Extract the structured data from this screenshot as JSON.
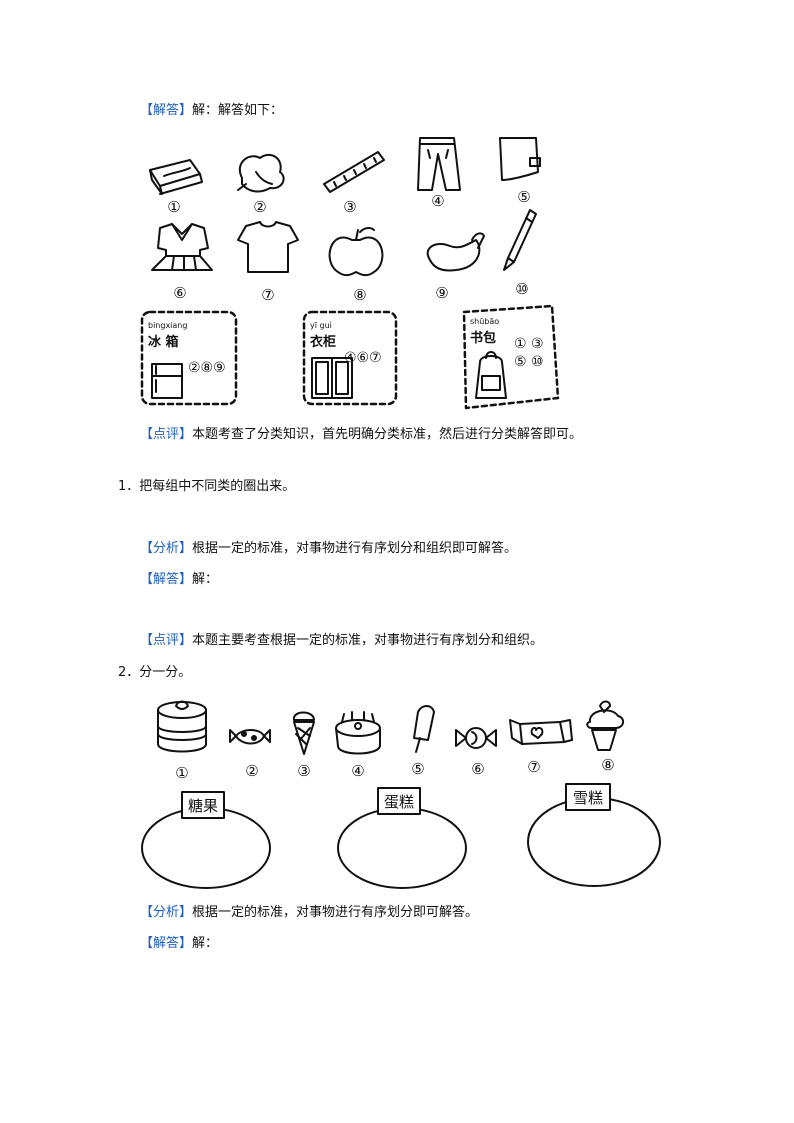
{
  "section1": {
    "answer_tag": "【解答】",
    "answer_text": "解：解答如下：",
    "figure": {
      "items": [
        {
          "num": "①",
          "icon": "eraser-icon"
        },
        {
          "num": "②",
          "icon": "cabbage-icon"
        },
        {
          "num": "③",
          "icon": "ruler-icon"
        },
        {
          "num": "④",
          "icon": "pants-icon"
        },
        {
          "num": "⑤",
          "icon": "wallet-icon"
        },
        {
          "num": "⑥",
          "icon": "dress-icon"
        },
        {
          "num": "⑦",
          "icon": "tshirt-icon"
        },
        {
          "num": "⑧",
          "icon": "apple-icon"
        },
        {
          "num": "⑨",
          "icon": "eggplant-icon"
        },
        {
          "num": "⑩",
          "icon": "pencil-icon"
        }
      ],
      "boxes": [
        {
          "pinyin": "bingxiang",
          "label": "冰 箱",
          "content": "②⑧⑨"
        },
        {
          "pinyin": "yī guì",
          "label": "衣柜",
          "content": "④⑥⑦"
        },
        {
          "pinyin": "shūbāo",
          "label": "书包",
          "content_line1": "① ③",
          "content_line2": "⑤ ⑩"
        }
      ]
    },
    "comment_tag": "【点评】",
    "comment_text": "本题考查了分类知识，首先明确分类标准，然后进行分类解答即可。"
  },
  "question1": {
    "number": "1．",
    "text": "把每组中不同类的圈出来。",
    "analysis_tag": "【分析】",
    "analysis_text": "根据一定的标准，对事物进行有序划分和组织即可解答。",
    "answer_tag": "【解答】",
    "answer_text": "解：",
    "comment_tag": "【点评】",
    "comment_text": "本题主要考查根据一定的标准，对事物进行有序划分和组织。"
  },
  "question2": {
    "number": "2．",
    "text": "分一分。",
    "figure": {
      "items": [
        {
          "num": "①",
          "icon": "cake-icon"
        },
        {
          "num": "②",
          "icon": "candy-icon"
        },
        {
          "num": "③",
          "icon": "ice-cream-cone-icon"
        },
        {
          "num": "④",
          "icon": "cake-icon"
        },
        {
          "num": "⑤",
          "icon": "popsicle-icon"
        },
        {
          "num": "⑥",
          "icon": "candy-icon"
        },
        {
          "num": "⑦",
          "icon": "candy-icon"
        },
        {
          "num": "⑧",
          "icon": "ice-cream-cup-icon"
        }
      ],
      "groups": [
        "糖果",
        "蛋糕",
        "雪糕"
      ]
    },
    "analysis_tag": "【分析】",
    "analysis_text": "根据一定的标准，对事物进行有序划分即可解答。",
    "answer_tag": "【解答】",
    "answer_text": "解："
  }
}
